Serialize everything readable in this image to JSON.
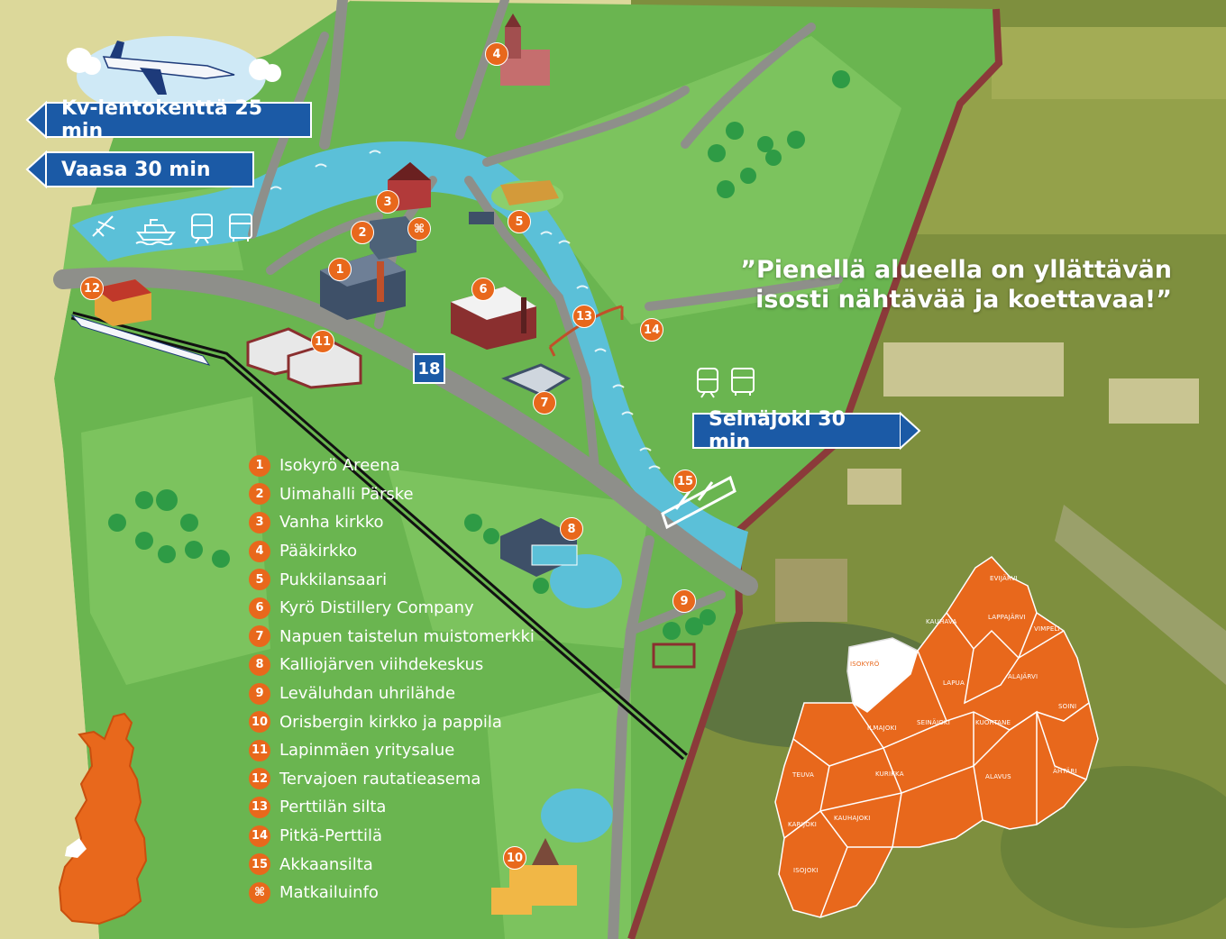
{
  "signs": {
    "airport": "Kv-lentokenttä 25 min",
    "vaasa": "Vaasa 30 min",
    "seinajoki": "Seinäjoki 30 min"
  },
  "highway_number": "18",
  "quote": {
    "line1": "”Pienellä alueella on yllättävän",
    "line2": "isosti nähtävää ja koettavaa!”"
  },
  "legend": [
    {
      "num": "1",
      "label": "Isokyrö Areena"
    },
    {
      "num": "2",
      "label": "Uimahalli Pärske"
    },
    {
      "num": "3",
      "label": "Vanha kirkko"
    },
    {
      "num": "4",
      "label": "Pääkirkko"
    },
    {
      "num": "5",
      "label": "Pukkilansaari"
    },
    {
      "num": "6",
      "label": "Kyrö Distillery Company"
    },
    {
      "num": "7",
      "label": "Napuen taistelun muistomerkki"
    },
    {
      "num": "8",
      "label": "Kalliojärven viihdekeskus"
    },
    {
      "num": "9",
      "label": "Leväluhdan uhrilähde"
    },
    {
      "num": "10",
      "label": "Orisbergin kirkko ja pappila"
    },
    {
      "num": "11",
      "label": "Lapinmäen yritysalue"
    },
    {
      "num": "12",
      "label": "Tervajoen rautatieasema"
    },
    {
      "num": "13",
      "label": "Perttilän silta"
    },
    {
      "num": "14",
      "label": "Pitkä-Perttilä"
    },
    {
      "num": "15",
      "label": "Akkaansilta"
    },
    {
      "num": "⌘",
      "label": "Matkailuinfo"
    }
  ],
  "markers": [
    "1",
    "2",
    "3",
    "4",
    "5",
    "6",
    "7",
    "8",
    "9",
    "10",
    "11",
    "12",
    "13",
    "14",
    "15",
    "⌘"
  ],
  "municipalities": {
    "isokyro": "ISOKYRÖ",
    "evijarvi": "EVIJÄRVI",
    "kauhava": "KAUHAVA",
    "lappajarvi": "LAPPAJÄRVI",
    "vimpeli": "VIMPELI",
    "lapua": "LAPUA",
    "alajarvi": "ALAJÄRVI",
    "soini": "SOINI",
    "ilmajoki": "ILMAJOKI",
    "seinajoki": "SEINÄJOKI",
    "kuortane": "KUORTANE",
    "teuva": "TEUVA",
    "kurikka": "KURIKKA",
    "alavus": "ALAVUS",
    "ahtari": "ÄHTÄRI",
    "karijoki": "KARIJOKI",
    "kauhajoki": "KAUHAJOKI",
    "isojoki": "ISOJOKI"
  },
  "colors": {
    "grass": "#6ab550",
    "grass_light": "#7cc35e",
    "river": "#5bc0d8",
    "road": "#8e8f8a",
    "sign_blue": "#1b5aa6",
    "marker_orange": "#e8681c",
    "border": "#8b3a3a",
    "photo_green": "#7e8f3e"
  },
  "icons": [
    "airplane-icon",
    "ferry-icon",
    "train-icon",
    "bus-icon",
    "tram-icon",
    "finland-map-icon"
  ]
}
